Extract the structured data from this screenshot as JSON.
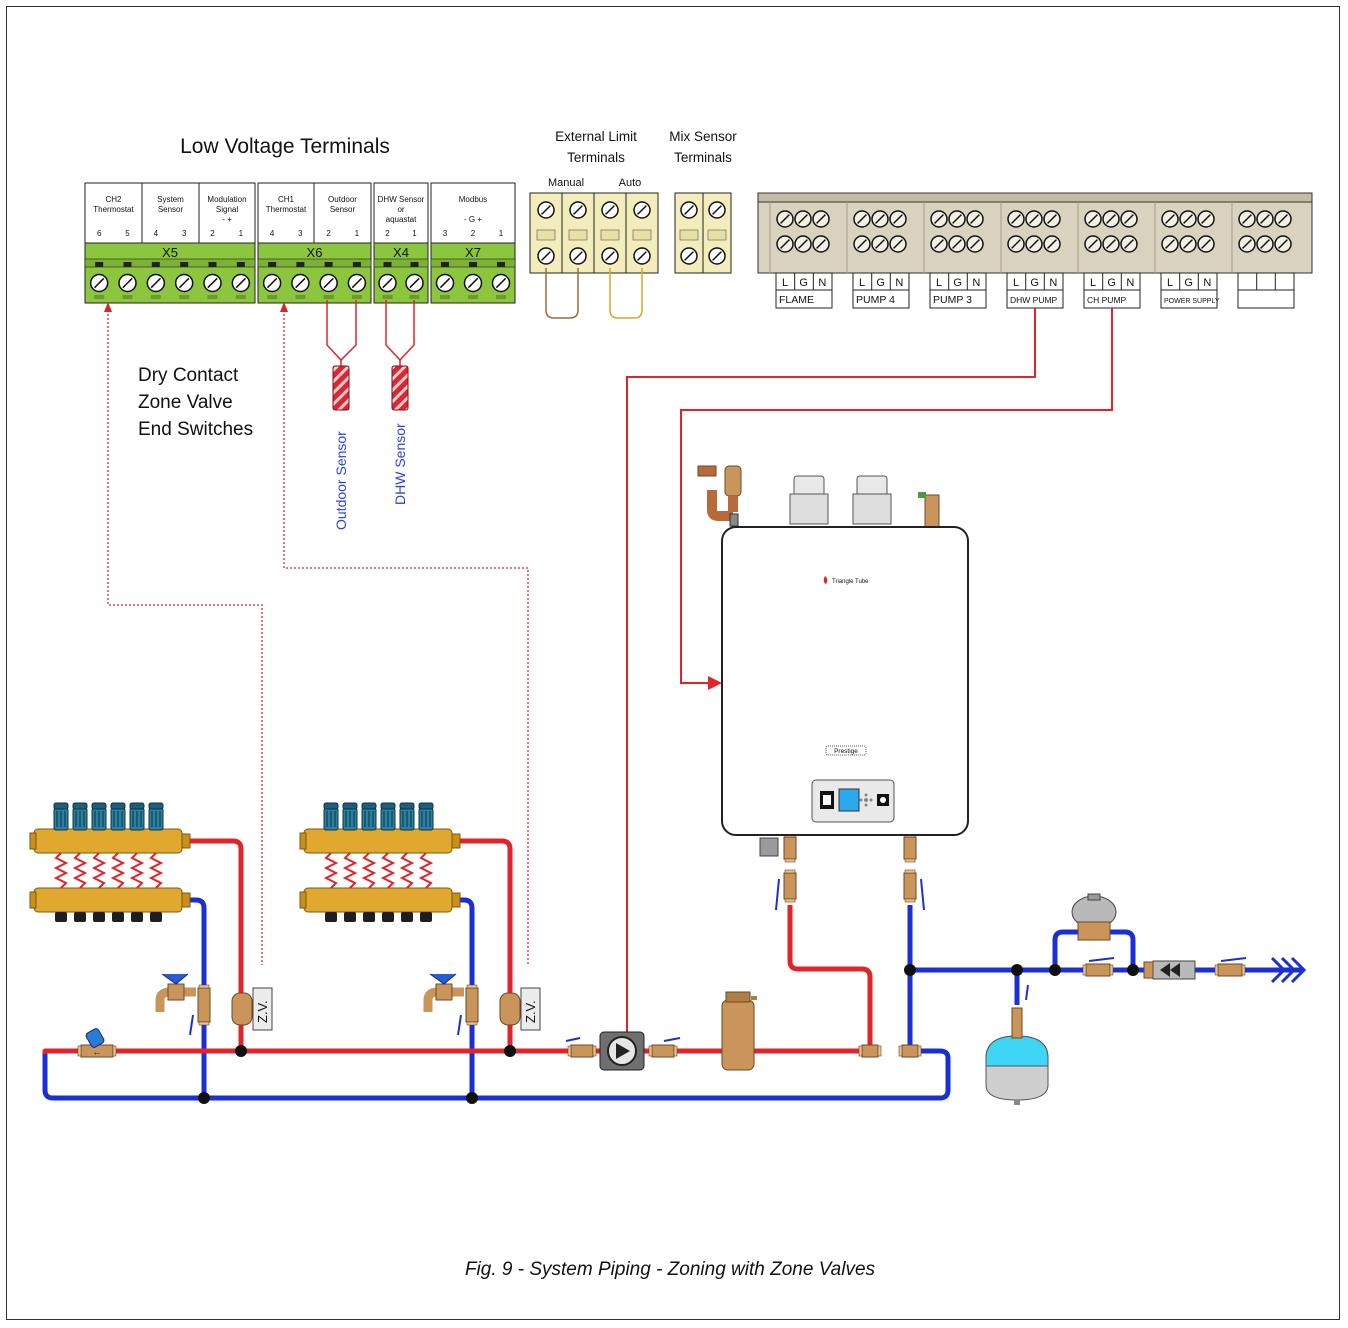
{
  "titles": {
    "low_voltage": "Low Voltage Terminals",
    "external_limit_1": "External Limit",
    "external_limit_2": "Terminals",
    "mix_sensor_1": "Mix Sensor",
    "mix_sensor_2": "Terminals",
    "manual": "Manual",
    "auto": "Auto"
  },
  "low_voltage": {
    "x5": {
      "name": "X5",
      "groups": [
        {
          "l1": "CH2",
          "l2": "Thermostat",
          "l3": "",
          "pins": [
            "6",
            "5"
          ]
        },
        {
          "l1": "System",
          "l2": "Sensor",
          "l3": "",
          "pins": [
            "4",
            "3"
          ]
        },
        {
          "l1": "Modulation",
          "l2": "Signal",
          "l3": "-          +",
          "pins": [
            "2",
            "1"
          ]
        }
      ]
    },
    "x6": {
      "name": "X6",
      "groups": [
        {
          "l1": "CH1",
          "l2": "Thermostat",
          "l3": "",
          "pins": [
            "4",
            "3"
          ]
        },
        {
          "l1": "Outdoor",
          "l2": "Sensor",
          "l3": "",
          "pins": [
            "2",
            "1"
          ]
        }
      ]
    },
    "x4": {
      "name": "X4",
      "groups": [
        {
          "l1": "DHW Sensor",
          "l2": "or",
          "l3": "aquastat",
          "pins": [
            "2",
            "1"
          ]
        }
      ]
    },
    "x7": {
      "name": "X7",
      "groups": [
        {
          "l1": "Modbus",
          "l2": "",
          "l3": "-      G      +",
          "pins": [
            "3",
            "2",
            "1"
          ]
        }
      ]
    }
  },
  "high_voltage": {
    "lgn": [
      "L",
      "G",
      "N"
    ],
    "blocks": [
      "FLAME",
      "PUMP 4",
      "PUMP 3",
      "DHW PUMP",
      "CH PUMP",
      "POWER SUPPLY",
      ""
    ]
  },
  "labels": {
    "dry_contact_1": "Dry Contact",
    "dry_contact_2": "Zone Valve",
    "dry_contact_3": "End Switches",
    "outdoor_sensor": "Outdoor Sensor",
    "dhw_sensor": "DHW Sensor",
    "zv_1": "Z.V.",
    "zv_2": "Z.V.",
    "brand": "Triangle Tube",
    "model": "Prestige"
  },
  "caption": "Fig. 9  - System Piping - Zoning with Zone Valves",
  "colors": {
    "supply": "#e2232a",
    "return": "#1a2fd6",
    "terminal_green": "#8cc63f",
    "terminal_strip": "#d8d2bf",
    "brass": "#c9955a",
    "manifold": "#e0a82e"
  }
}
